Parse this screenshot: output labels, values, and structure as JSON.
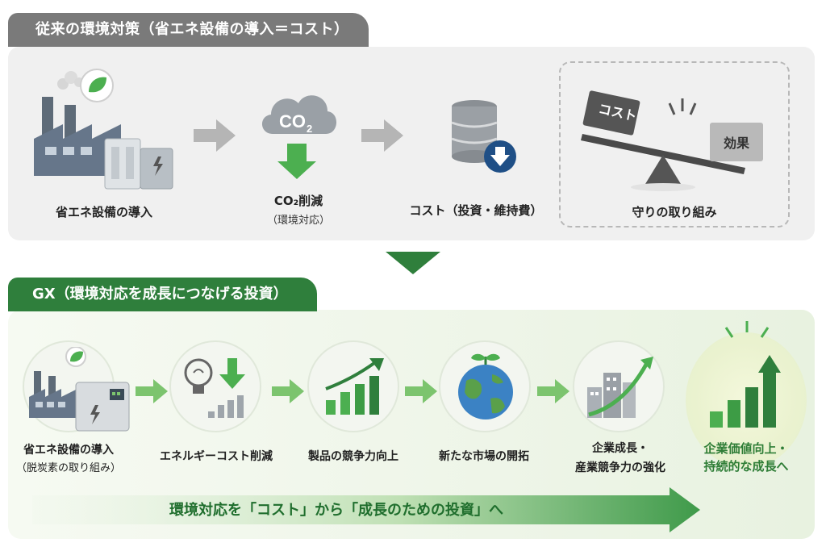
{
  "top": {
    "header": "従来の環境対策（省エネ設備の導入＝コスト）",
    "steps": [
      {
        "label": "省エネ設備の導入"
      },
      {
        "label": "CO₂削減",
        "sublabel": "（環境対応）",
        "icon_text": "CO₂"
      },
      {
        "label": "コスト（投資・維持費）"
      }
    ],
    "outcome": {
      "label": "守りの取り組み",
      "cost_text": "コスト",
      "effect_text": "効果"
    }
  },
  "gx": {
    "header": "GX（環境対応を成長につなげる投資）",
    "steps": [
      {
        "line1": "省エネ設備の導入",
        "line2": "（脱炭素の取り組み）"
      },
      {
        "line1": "エネルギーコスト削減"
      },
      {
        "line1": "製品の競争力向上"
      },
      {
        "line1": "新たな市場の開拓"
      },
      {
        "line1": "企業成長・",
        "line2": "産業競争力の強化"
      }
    ],
    "final": {
      "line1": "企業価値向上・",
      "line2": "持続的な成長へ"
    },
    "banner": "環境対応を「コスト」から「成長のための投資」へ"
  },
  "colors": {
    "gray_header": "#7a7a7a",
    "green_header": "#2f7f3c",
    "green_accent": "#4caf50",
    "dark_green": "#2e7d36",
    "arrow_gray": "#b5b5b5",
    "arrow_green": "#7cc46e"
  },
  "icons": [
    "factory-icon",
    "leaf-icon",
    "co2-cloud-icon",
    "down-arrow-icon",
    "coin-stack-icon",
    "seesaw-icon",
    "lightbulb-icon",
    "growth-chart-icon",
    "globe-icon",
    "city-growth-icon",
    "rising-bar-chart-icon"
  ]
}
